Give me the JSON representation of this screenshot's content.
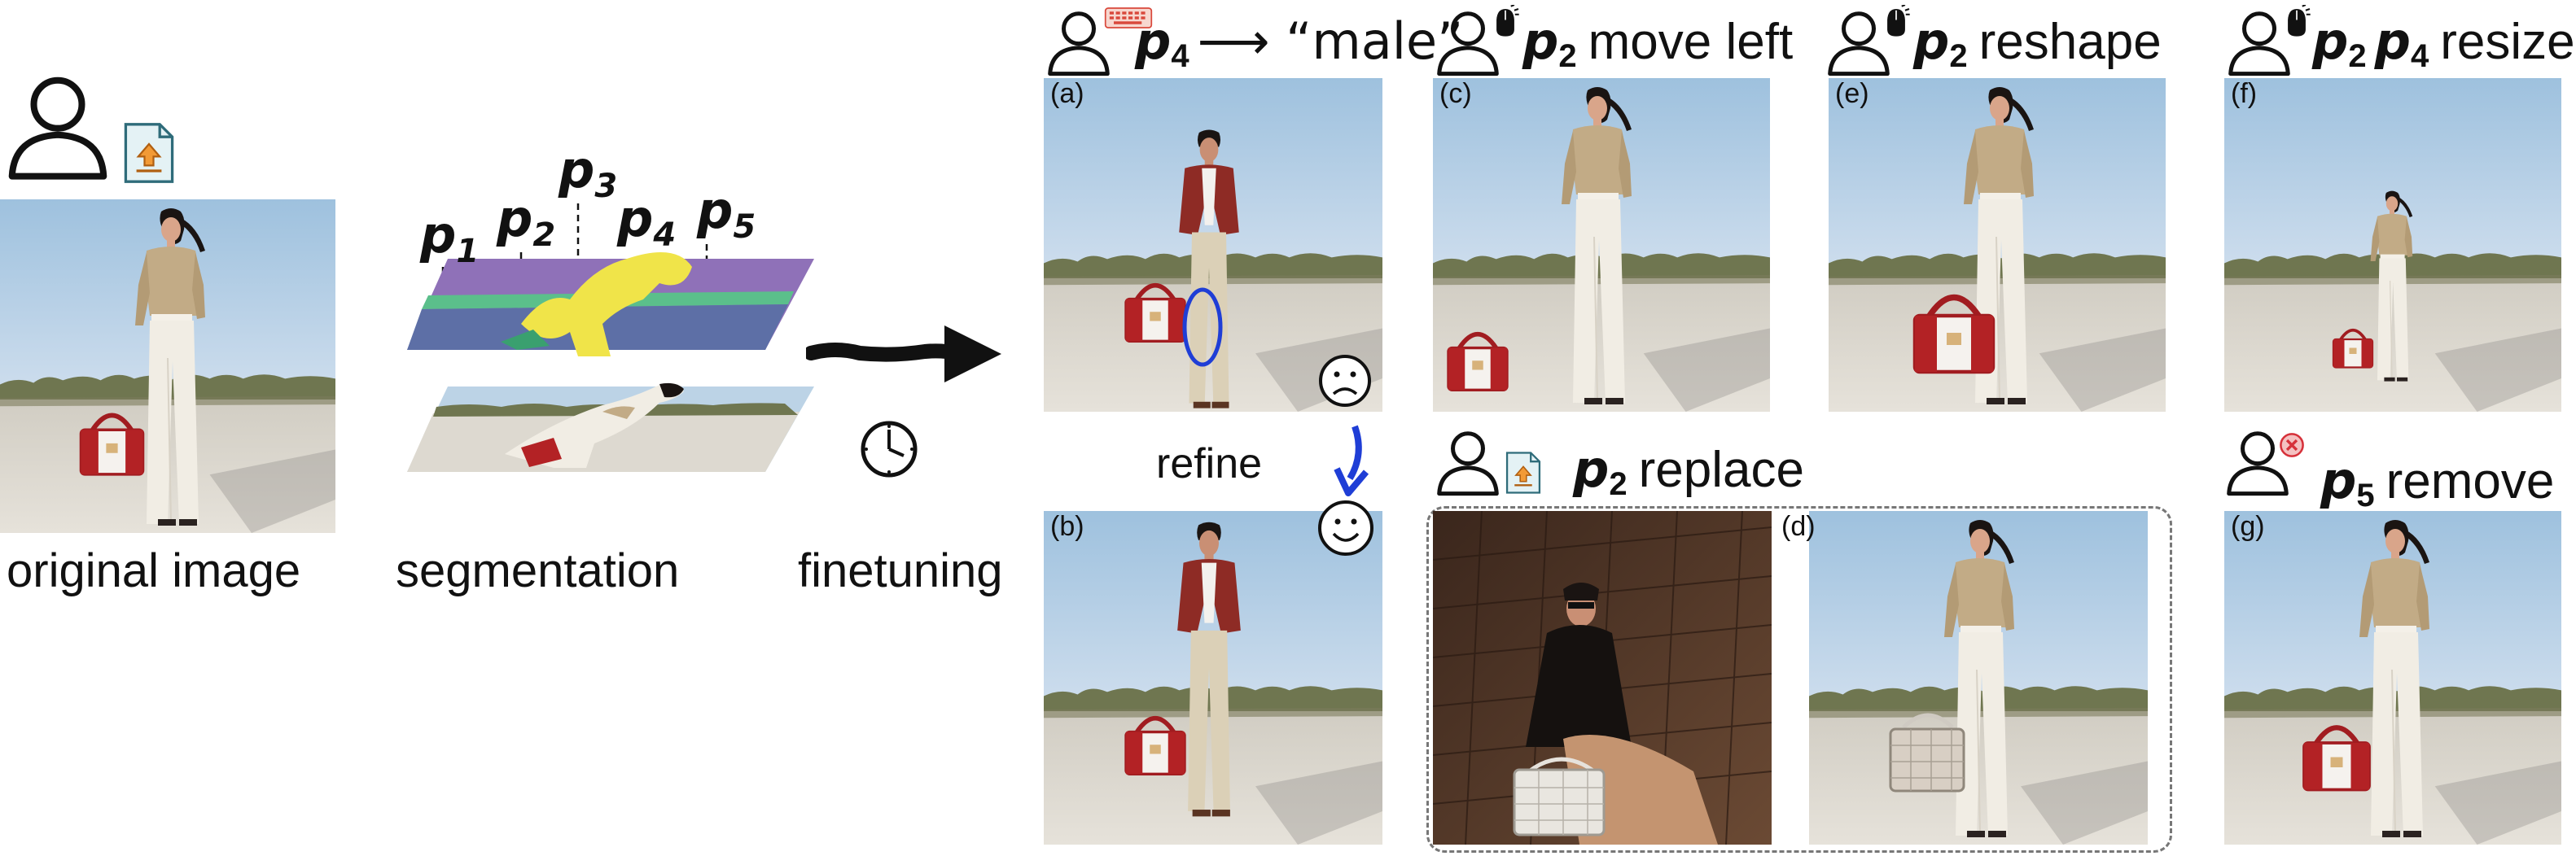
{
  "left": {
    "caption_original": "original image",
    "caption_segmentation": "segmentation",
    "caption_finetuning": "finetuning",
    "points": [
      {
        "name": "p",
        "sub": "1"
      },
      {
        "name": "p",
        "sub": "2"
      },
      {
        "name": "p",
        "sub": "3"
      },
      {
        "name": "p",
        "sub": "4"
      },
      {
        "name": "p",
        "sub": "5"
      }
    ]
  },
  "panels": {
    "a": {
      "label": "(a)",
      "title_p": "p",
      "title_sub": "4",
      "title_rest": "⟶ “male”",
      "icons": [
        "user-icon",
        "keyboard-icon"
      ]
    },
    "b": {
      "label": "(b)",
      "refine": "refine"
    },
    "c": {
      "label": "(c)",
      "title_p": "p",
      "title_sub": "2",
      "title_rest": "move left",
      "icons": [
        "user-icon",
        "mouse-icon"
      ]
    },
    "d": {
      "label": "(d)",
      "title_p": "p",
      "title_sub": "2",
      "title_rest": "replace",
      "icons": [
        "user-icon",
        "upload-file-icon"
      ]
    },
    "e": {
      "label": "(e)",
      "title_p": "p",
      "title_sub": "2",
      "title_rest": "reshape",
      "icons": [
        "user-icon",
        "mouse-icon"
      ]
    },
    "f": {
      "label": "(f)",
      "title_p": "p",
      "title_sub": "2",
      "title_p2": "p",
      "title_sub2": "4",
      "title_rest": "resize",
      "icons": [
        "user-icon",
        "mouse-icon"
      ]
    },
    "g": {
      "label": "(g)",
      "title_p": "p",
      "title_sub": "5",
      "title_rest": "remove",
      "icons": [
        "user-icon",
        "delete-icon"
      ]
    }
  },
  "colors": {
    "sky": "#a9c7e0",
    "sand": "#d6d2c8",
    "shrubs": "#6f7650",
    "jacket": "#c2ab86",
    "pants": "#f1ede4",
    "bag": "#b32225",
    "seg_purple": "#8f71b8",
    "seg_teal": "#5bbf8b",
    "seg_blue": "#5d6fa6",
    "seg_yellow": "#f0e449",
    "refine_arrow": "#1f3ed6",
    "circle_mark": "#1f3ed6"
  }
}
